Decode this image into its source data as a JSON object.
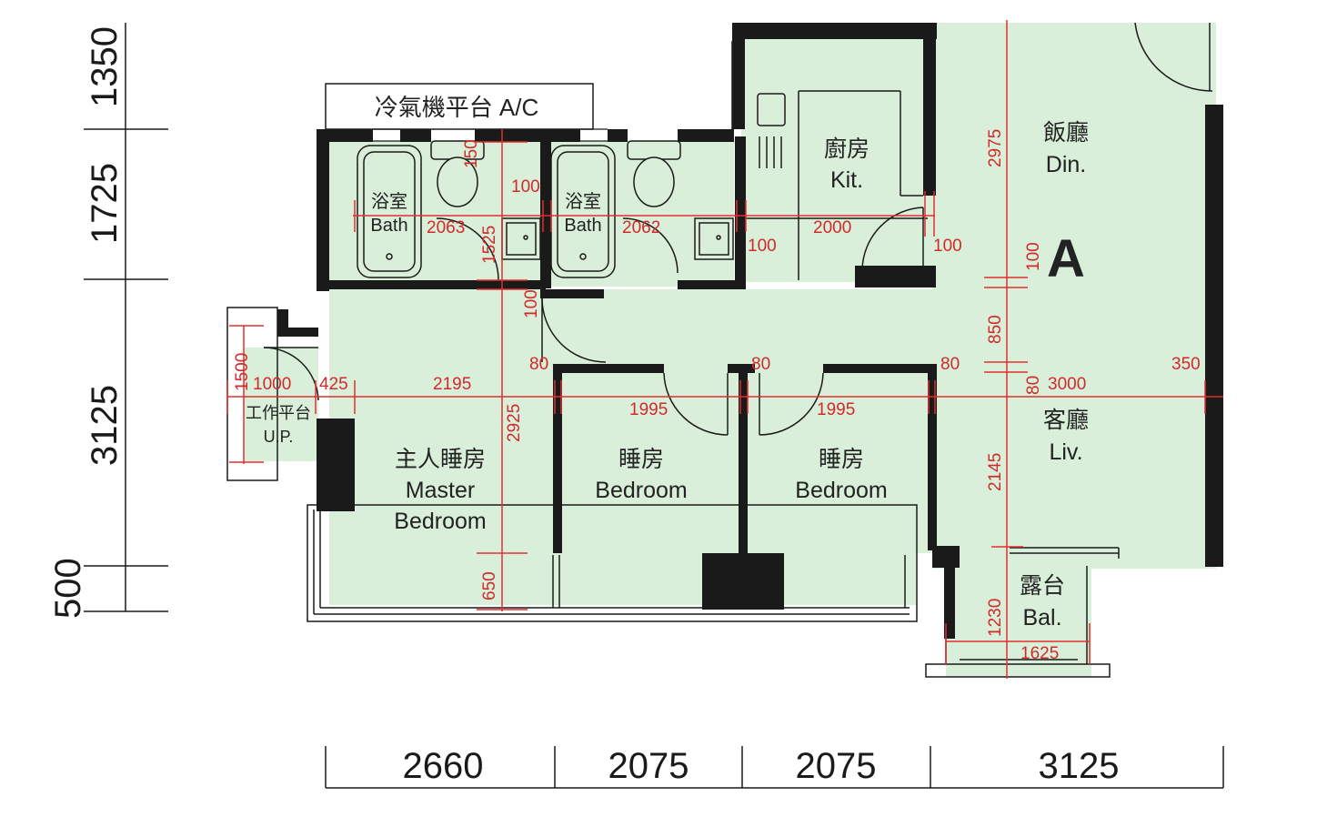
{
  "colors": {
    "floor": "#d9efd9",
    "wall": "#1a1a1a",
    "dim_line": "#e03030",
    "text": "#222222"
  },
  "unit_label": "A",
  "rooms": {
    "ac_platform": "冷氣機平台 A/C",
    "bath1_cn": "浴室",
    "bath1_en": "Bath",
    "bath2_cn": "浴室",
    "bath2_en": "Bath",
    "kitchen_cn": "廚房",
    "kitchen_en": "Kit.",
    "dining_cn": "飯廳",
    "dining_en": "Din.",
    "living_cn": "客廳",
    "living_en": "Liv.",
    "utility_cn": "工作平台",
    "utility_en": "U.P.",
    "master_cn": "主人睡房",
    "master_en1": "Master",
    "master_en2": "Bedroom",
    "bed1_cn": "睡房",
    "bed1_en": "Bedroom",
    "bed2_cn": "睡房",
    "bed2_en": "Bedroom",
    "balcony_cn": "露台",
    "balcony_en": "Bal."
  },
  "dimensions": {
    "d150": "150",
    "d100a": "100",
    "d2063": "2063",
    "d1525": "1525",
    "d2062": "2062",
    "d100b": "100",
    "d2000": "2000",
    "d100c": "100",
    "d2975": "2975",
    "d100d": "100",
    "d850": "850",
    "d100e": "100",
    "d80a": "80",
    "d80b": "80",
    "d80c": "80",
    "d80d": "80",
    "d1500": "1500",
    "d1000": "1000",
    "d425": "425",
    "d2195": "2195",
    "d2925": "2925",
    "d1995a": "1995",
    "d1995b": "1995",
    "d3000": "3000",
    "d350": "350",
    "d2145": "2145",
    "d650": "650",
    "d1230": "1230",
    "d1625": "1625"
  },
  "left_scale": [
    "1350",
    "1725",
    "3125",
    "500"
  ],
  "bottom_scale": [
    "2660",
    "2075",
    "2075",
    "3125"
  ]
}
